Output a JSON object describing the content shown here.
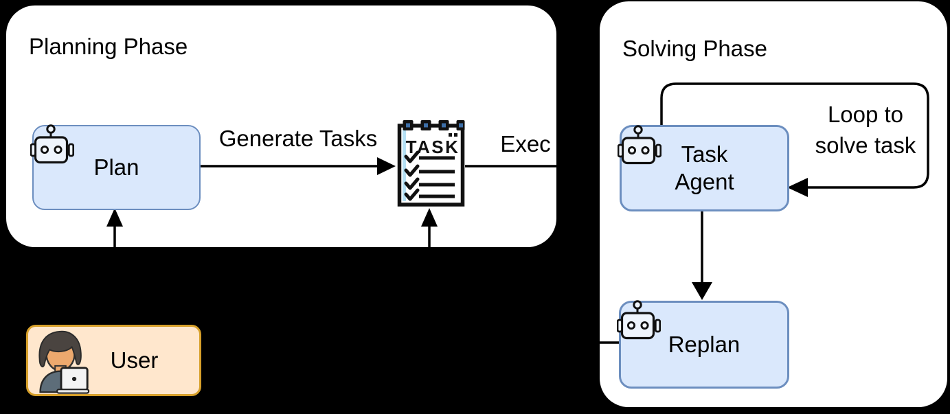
{
  "colors": {
    "background": "#000000",
    "panel": "#ffffff",
    "agent_fill": "#dae8fc",
    "agent_border": "#6c8ebf",
    "user_fill": "#ffe7cd",
    "user_border": "#d7a02a",
    "connector": "#000000",
    "task_clip_blue": "#3d6fa8",
    "task_strip_blue": "#b5e0f4"
  },
  "planning_panel": {
    "title": "Planning Phase"
  },
  "solving_panel": {
    "title": "Solving Phase"
  },
  "nodes": {
    "plan": {
      "label": "Plan"
    },
    "task_agent": {
      "line1": "Task",
      "line2": "Agent"
    },
    "replan": {
      "label": "Replan"
    },
    "user": {
      "label": "User"
    },
    "task_list": {
      "heading": "TASK"
    }
  },
  "edges": {
    "generate_tasks": {
      "label": "Generate Tasks"
    },
    "exec": {
      "label": "Exec"
    },
    "loop": {
      "line1": "Loop to",
      "line2": "solve task"
    }
  },
  "icons": {
    "agent_boxes": "robot-icon",
    "user_box": "person-laptop-icon",
    "task_node": "checklist-notepad-icon"
  }
}
